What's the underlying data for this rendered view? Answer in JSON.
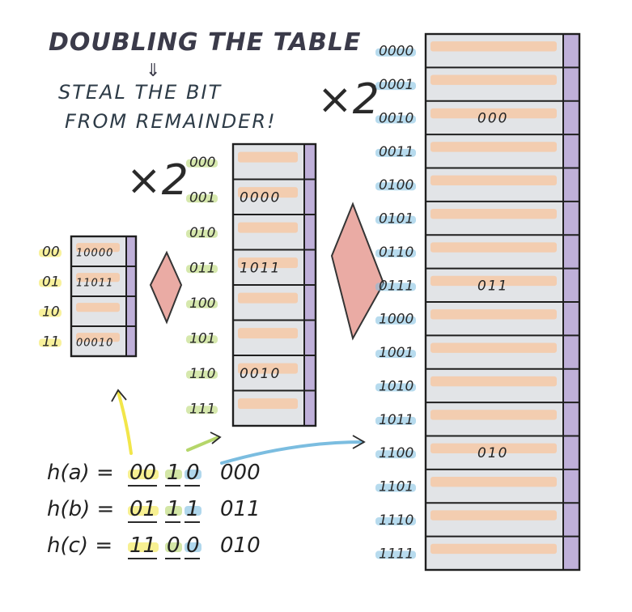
{
  "title": "DOUBLING THE TABLE",
  "arrow_glyph": "⇓",
  "subtitle_line1": "STEAL THE BIT",
  "subtitle_line2": "FROM REMAINDER!",
  "multiplier_left": "×2",
  "multiplier_right": "×2",
  "colors": {
    "yellow": "#f2e64a",
    "green": "#b5d66a",
    "blue": "#7bbde0",
    "orange": "#f6c9a6",
    "purple": "#b9a7d6",
    "arrow_fill": "#e9a7a0"
  },
  "tables": [
    {
      "name": "table-2bit",
      "highlight": "yellow",
      "rows": [
        {
          "index": "00",
          "value": "10000"
        },
        {
          "index": "01",
          "value": "11011"
        },
        {
          "index": "10",
          "value": ""
        },
        {
          "index": "11",
          "value": "00010"
        }
      ]
    },
    {
      "name": "table-3bit",
      "highlight": "green",
      "rows": [
        {
          "index": "000",
          "value": ""
        },
        {
          "index": "001",
          "value": "0000"
        },
        {
          "index": "010",
          "value": ""
        },
        {
          "index": "011",
          "value": "1011"
        },
        {
          "index": "100",
          "value": ""
        },
        {
          "index": "101",
          "value": ""
        },
        {
          "index": "110",
          "value": "0010"
        },
        {
          "index": "111",
          "value": ""
        }
      ]
    },
    {
      "name": "table-4bit",
      "highlight": "blue",
      "rows": [
        {
          "index": "0000",
          "value": ""
        },
        {
          "index": "0001",
          "value": ""
        },
        {
          "index": "0010",
          "value": "000"
        },
        {
          "index": "0011",
          "value": ""
        },
        {
          "index": "0100",
          "value": ""
        },
        {
          "index": "0101",
          "value": ""
        },
        {
          "index": "0110",
          "value": ""
        },
        {
          "index": "0111",
          "value": "011"
        },
        {
          "index": "1000",
          "value": ""
        },
        {
          "index": "1001",
          "value": ""
        },
        {
          "index": "1010",
          "value": ""
        },
        {
          "index": "1011",
          "value": ""
        },
        {
          "index": "1100",
          "value": "010"
        },
        {
          "index": "1101",
          "value": ""
        },
        {
          "index": "1110",
          "value": ""
        },
        {
          "index": "1111",
          "value": ""
        }
      ]
    }
  ],
  "hashes": [
    {
      "lhs": "h(a) =",
      "b2": "00",
      "b3": "1",
      "b4": "0",
      "rest": "000"
    },
    {
      "lhs": "h(b) =",
      "b2": "01",
      "b3": "1",
      "b4": "1",
      "rest": "011"
    },
    {
      "lhs": "h(c) =",
      "b2": "11",
      "b3": "0",
      "b4": "0",
      "rest": "010"
    }
  ]
}
